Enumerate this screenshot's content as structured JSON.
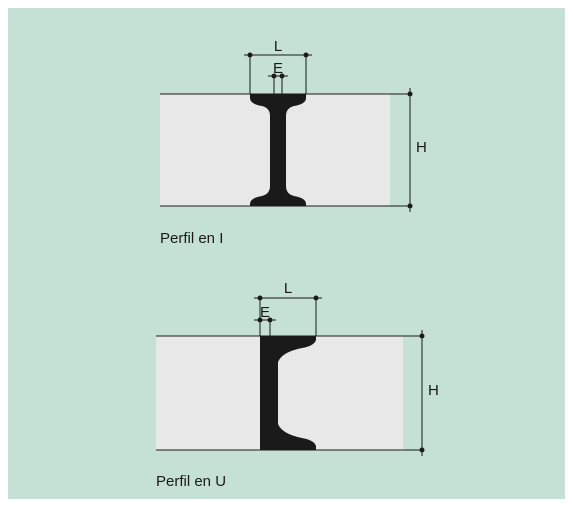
{
  "colors": {
    "background": "#c5e0d4",
    "panel": "#e8e8e8",
    "ink": "#1a1a1a",
    "page": "#ffffff"
  },
  "profile_i": {
    "caption": "Perfil en I",
    "width_label": "L",
    "thickness_label": "E",
    "height_label": "H"
  },
  "profile_u": {
    "caption": "Perfil en U",
    "width_label": "L",
    "thickness_label": "E",
    "height_label": "H"
  }
}
